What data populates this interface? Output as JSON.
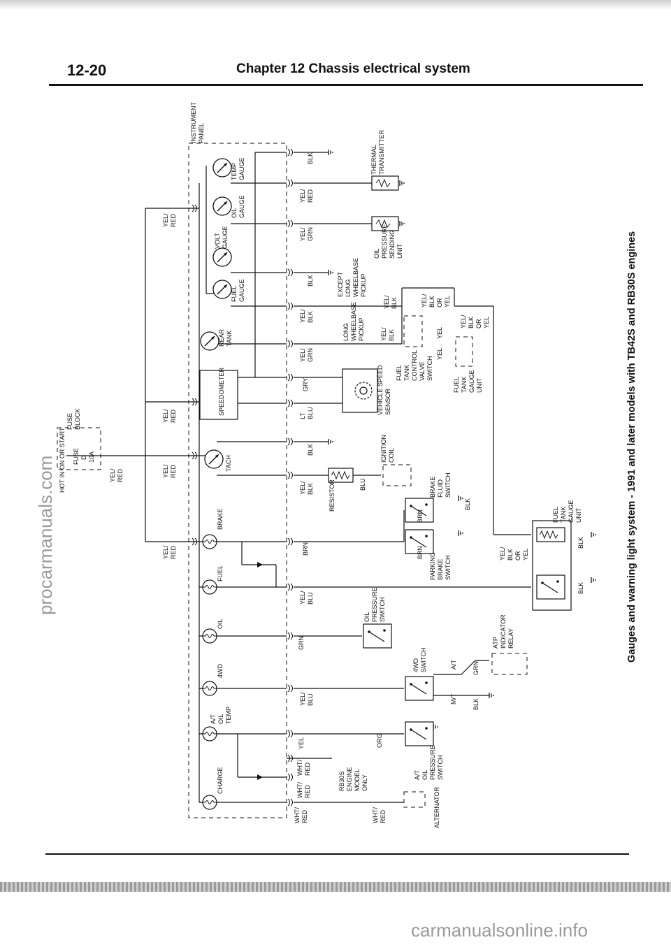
{
  "header": {
    "page_number": "12-20",
    "chapter_title": "Chapter 12 Chassis electrical system"
  },
  "caption": "Gauges and warning light system - 1991 and later models with TB42S and RB30S engines",
  "watermarks": {
    "left": "procarmanuals.com",
    "bottom": "carmanualsonline.info"
  },
  "diagram": {
    "fuse_block": {
      "hot": "HOT IN ON OR START",
      "fuse": "FUSE",
      "fuse_id": "D",
      "rating": "10A",
      "block_fuse": "FUSE",
      "block": "BLOCK"
    },
    "instrument_panel": [
      "INSTRUMENT",
      "PANEL"
    ],
    "gauges": {
      "temp": [
        "TEMP",
        "GAUGE"
      ],
      "oil": [
        "OIL",
        "GAUGE"
      ],
      "volt": [
        "VOLT",
        "GAUGE"
      ],
      "fuel": [
        "FUEL",
        "GAUGE"
      ],
      "rear_tank": [
        "REAR",
        "TANK"
      ],
      "speedometer": "SPEEDOMETER",
      "tach": "TACH"
    },
    "warning_lights": {
      "brake": "BRAKE",
      "fuel": "FUEL",
      "oil": "OIL",
      "fwd": "4WD",
      "at_oil_temp": [
        "A/T",
        "OIL",
        "TEMP"
      ],
      "charge": "CHARGE"
    },
    "components": {
      "thermal_transmitter": [
        "THERMAL",
        "TRANSMITTER"
      ],
      "oil_pressure_sending_unit": [
        "OIL",
        "PRESSURE",
        "SENDING",
        "UNIT"
      ],
      "except_long_wheelbase": [
        "EXCEPT",
        "LONG",
        "WHEELBASE",
        "PICKUP"
      ],
      "long_wheelbase": [
        "LONG",
        "WHEELBASE",
        "PICKUP"
      ],
      "fuel_tank_control_valve": [
        "FUEL",
        "TANK",
        "CONTROL",
        "VALVE",
        "SWITCH"
      ],
      "fuel_tank_gauge_unit_right": [
        "FUEL",
        "TANK",
        "GAUGE",
        "UNIT"
      ],
      "vehicle_speed_sensor": [
        "VEHICLE SPEED",
        "SENSOR"
      ],
      "ignition_coil": [
        "IGNITION",
        "COIL"
      ],
      "resistor": "RESISTOR",
      "brake_fluid_switch": [
        "BRAKE",
        "FLUID",
        "SWITCH"
      ],
      "fuel_tank_gauge_unit": [
        "FUEL",
        "TANK",
        "GAUGE",
        "UNIT"
      ],
      "parking_brake_switch": [
        "PARKING",
        "BRAKE",
        "SWITCH"
      ],
      "oil_pressure_switch": [
        "OIL",
        "PRESSURE",
        "SWITCH"
      ],
      "atp_indicator_relay": [
        "ATP",
        "INDICATOR",
        "RELAY"
      ],
      "fwd_switch": [
        "4WD",
        "SWITCH"
      ],
      "at_mark": "A/T",
      "mt_mark": "M/T",
      "at_oil_pressure_switch": [
        "A/T",
        "OIL",
        "PRESSURE",
        "SWITCH"
      ],
      "rb30s_only": [
        "RB30S",
        "ENGINE",
        "MODEL",
        "ONLY"
      ],
      "alternator": "ALTERNATOR"
    },
    "wire_colors": {
      "blk": "BLK",
      "yel_red": [
        "YEL/",
        "RED"
      ],
      "yel_grn": [
        "YEL/",
        "GRN"
      ],
      "yel_blk": [
        "YEL/",
        "BLK"
      ],
      "gry": "GRY",
      "lt_blu": [
        "LT",
        "BLU"
      ],
      "brn": "BRN",
      "yel_blu": [
        "YEL/",
        "BLU"
      ],
      "grn": "GRN",
      "yel": "YEL",
      "wht_red": [
        "WHT/",
        "RED"
      ],
      "org": "ORG",
      "blu": "BLU",
      "yel_blk_or_yel": [
        "YEL/",
        "BLK",
        "OR",
        "YEL"
      ]
    }
  }
}
